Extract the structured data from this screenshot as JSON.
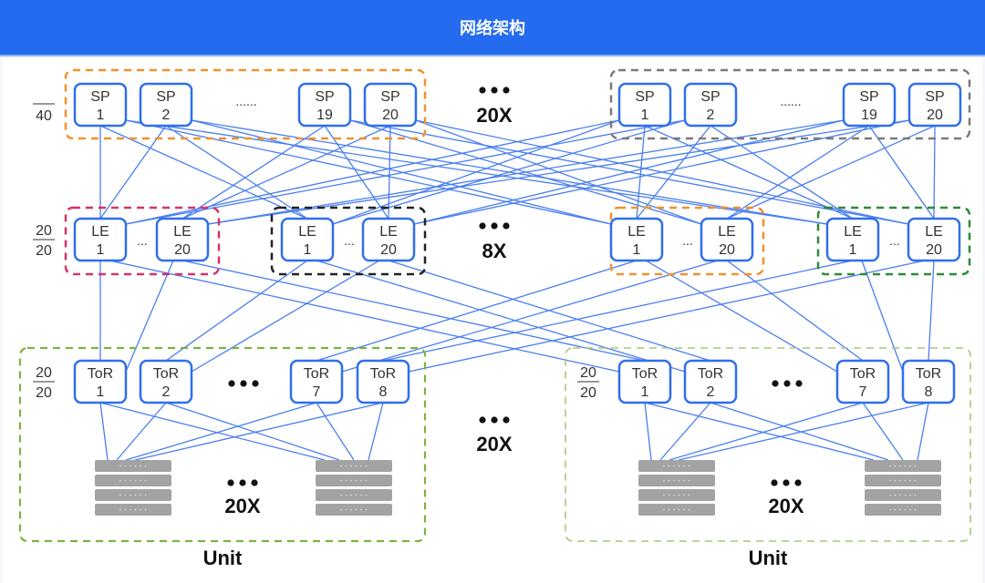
{
  "header": {
    "title": "网络架构"
  },
  "colors": {
    "header_bg": "#246bef",
    "link": "#4a7ff0",
    "node_border": "#2f6fee",
    "sp_group_left": "#f0912e",
    "sp_group_right": "#7a7a7a",
    "le_group_1": "#d6336c",
    "le_group_2": "#222222",
    "le_group_3": "#f0912e",
    "le_group_4": "#2e8b3a",
    "unit_left": "#7cb342",
    "unit_right": "#a5c87a",
    "server": "#a3a3a3"
  },
  "spine": {
    "ratio_label": "40",
    "groups": [
      {
        "nodes": [
          {
            "type": "SP",
            "id": "1"
          },
          {
            "type": "SP",
            "id": "2"
          },
          {
            "type": "SP",
            "id": "19"
          },
          {
            "type": "SP",
            "id": "20"
          }
        ],
        "ellipsis": "......"
      },
      {
        "nodes": [
          {
            "type": "SP",
            "id": "1"
          },
          {
            "type": "SP",
            "id": "2"
          },
          {
            "type": "SP",
            "id": "19"
          },
          {
            "type": "SP",
            "id": "20"
          }
        ],
        "ellipsis": "......"
      }
    ],
    "multiplier": "20X"
  },
  "leaf": {
    "ratio_top": "20",
    "ratio_bottom": "20",
    "groups": [
      {
        "nodes": [
          {
            "type": "LE",
            "id": "1"
          },
          {
            "type": "LE",
            "id": "20"
          }
        ],
        "ellipsis": "..."
      },
      {
        "nodes": [
          {
            "type": "LE",
            "id": "1"
          },
          {
            "type": "LE",
            "id": "20"
          }
        ],
        "ellipsis": "..."
      },
      {
        "nodes": [
          {
            "type": "LE",
            "id": "1"
          },
          {
            "type": "LE",
            "id": "20"
          }
        ],
        "ellipsis": "..."
      },
      {
        "nodes": [
          {
            "type": "LE",
            "id": "1"
          },
          {
            "type": "LE",
            "id": "20"
          }
        ],
        "ellipsis": "..."
      }
    ],
    "multiplier": "8X"
  },
  "units": [
    {
      "label": "Unit",
      "ratio_top": "20",
      "ratio_bottom": "20",
      "tors": [
        {
          "type": "ToR",
          "id": "1"
        },
        {
          "type": "ToR",
          "id": "2"
        },
        {
          "type": "ToR",
          "id": "7"
        },
        {
          "type": "ToR",
          "id": "8"
        }
      ],
      "server_multiplier": "20X"
    },
    {
      "label": "Unit",
      "ratio_top": "20",
      "ratio_bottom": "20",
      "tors": [
        {
          "type": "ToR",
          "id": "1"
        },
        {
          "type": "ToR",
          "id": "2"
        },
        {
          "type": "ToR",
          "id": "7"
        },
        {
          "type": "ToR",
          "id": "8"
        }
      ],
      "server_multiplier": "20X"
    }
  ],
  "unit_multiplier": "20X"
}
